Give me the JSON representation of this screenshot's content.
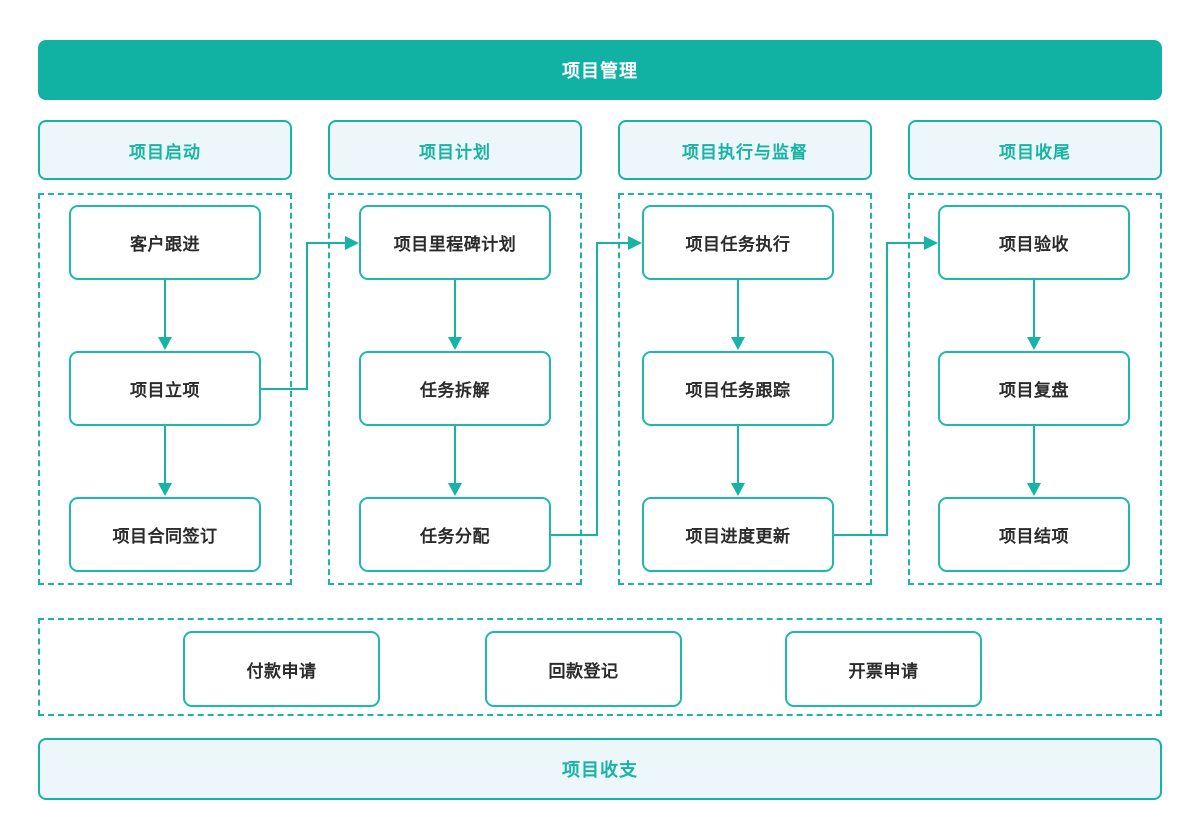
{
  "title": {
    "label": "项目管理"
  },
  "columns": [
    {
      "header": "项目启动",
      "steps": [
        "客户跟进",
        "项目立项",
        "项目合同签订"
      ]
    },
    {
      "header": "项目计划",
      "steps": [
        "项目里程碑计划",
        "任务拆解",
        "任务分配"
      ]
    },
    {
      "header": "项目执行与监督",
      "steps": [
        "项目任务执行",
        "项目任务跟踪",
        "项目进度更新"
      ]
    },
    {
      "header": "项目收尾",
      "steps": [
        "项目验收",
        "项目复盘",
        "项目结项"
      ]
    }
  ],
  "finance_row": {
    "items": [
      "付款申请",
      "回款登记",
      "开票申请"
    ]
  },
  "footer": {
    "label": "项目收支"
  },
  "colors": {
    "accent_teal": "#11b2a4",
    "line_teal": "#17b3a5",
    "light_panel_bg": "#edf6fa",
    "node_text": "#2b2b2b",
    "node_bg": "#ffffff"
  }
}
